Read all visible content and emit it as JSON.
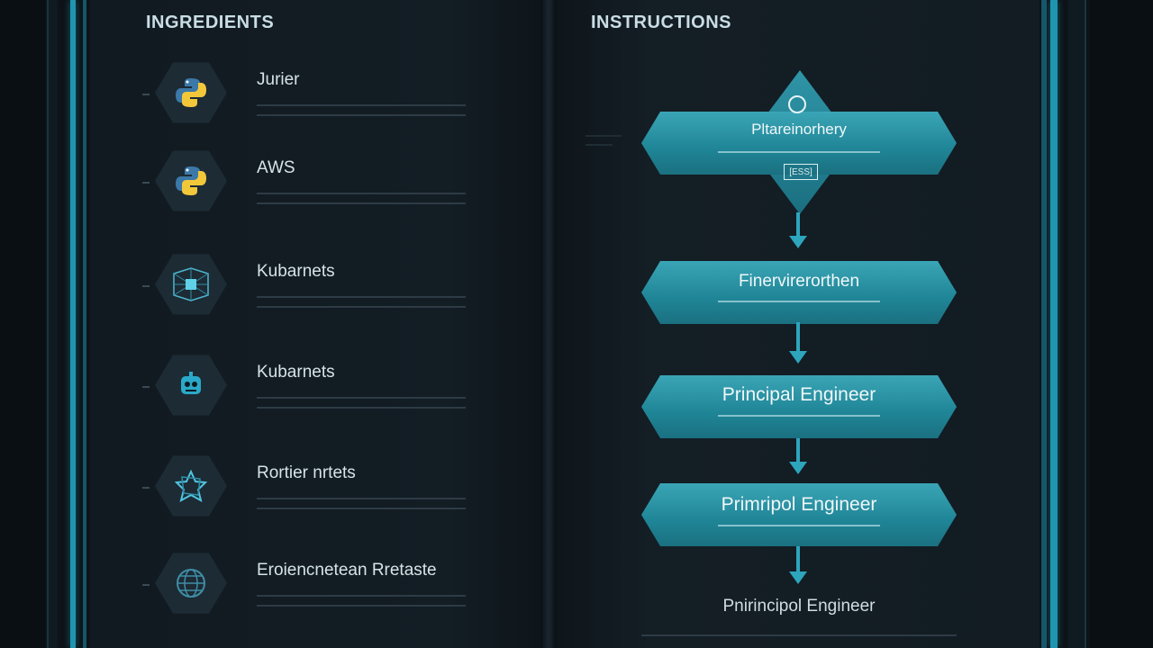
{
  "ingredients": {
    "title": "INGREDIENTS",
    "items": [
      {
        "label": "Jurier",
        "icon": "python-icon"
      },
      {
        "label": "AWS",
        "icon": "python-icon"
      },
      {
        "label": "Kubarnets",
        "icon": "network-icon"
      },
      {
        "label": "Kubarnets",
        "icon": "robot-icon"
      },
      {
        "label": "Rortier nrtets",
        "icon": "star-icon"
      },
      {
        "label": "Eroiencnetean Rretaste",
        "icon": "globe-icon"
      }
    ]
  },
  "instructions": {
    "title": "INSTRUCTIONS",
    "steps": [
      {
        "label": "Pltareinorhery",
        "badge": "[ESS]"
      },
      {
        "label": "Finervirerorthen"
      },
      {
        "label": "Principal Engineer"
      },
      {
        "label": "Primripol Engineer"
      }
    ],
    "final": "Pnirincipol Engineer"
  },
  "colors": {
    "accent": "#1f95b0",
    "node_fill": "#2a94a6",
    "background": "#0d1318"
  }
}
